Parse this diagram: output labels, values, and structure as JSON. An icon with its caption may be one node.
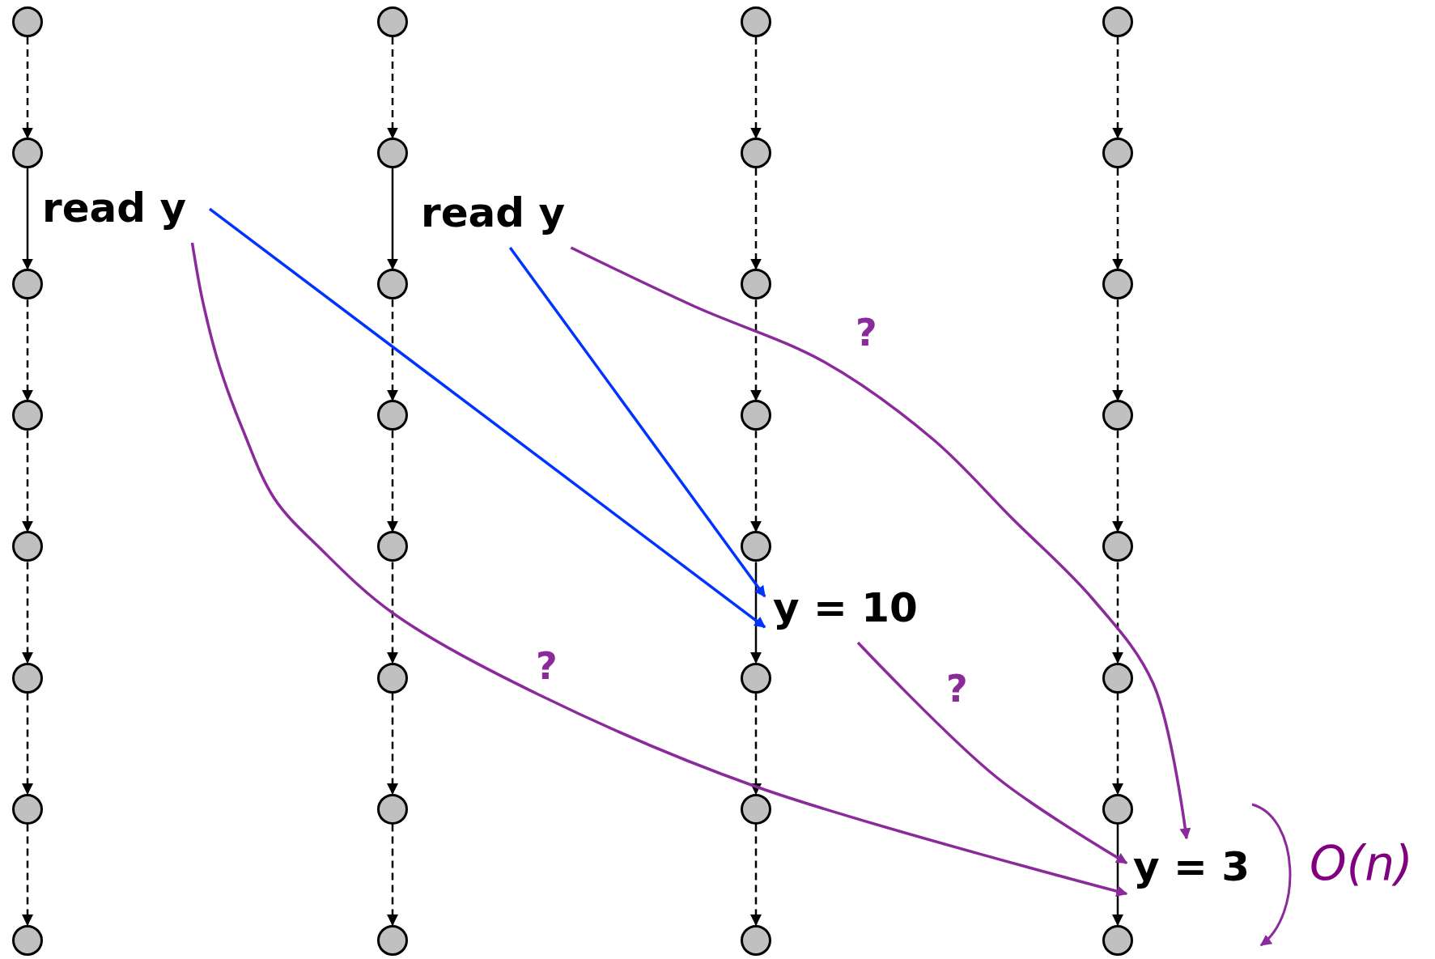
{
  "diagram": {
    "nodes": [
      {
        "text": [],
        "shape": "circle"
      },
      {
        "text": [],
        "shape": "circle"
      },
      {
        "text": [],
        "shape": "circle"
      },
      {
        "text": [],
        "shape": "circle"
      },
      {
        "text": [],
        "shape": "circle"
      },
      {
        "text": [],
        "shape": "circle"
      },
      {
        "text": [],
        "shape": "circle"
      },
      {
        "text": [],
        "shape": "circle"
      },
      {
        "text": [],
        "shape": "circle"
      },
      {
        "text": [],
        "shape": "circle"
      },
      {
        "text": [],
        "shape": "circle"
      },
      {
        "text": [],
        "shape": "circle"
      },
      {
        "text": [],
        "shape": "circle"
      },
      {
        "text": [],
        "shape": "circle"
      },
      {
        "text": [],
        "shape": "circle"
      },
      {
        "text": [],
        "shape": "circle"
      },
      {
        "text": [],
        "shape": "circle"
      },
      {
        "text": [],
        "shape": "circle"
      },
      {
        "text": [],
        "shape": "circle"
      },
      {
        "text": [],
        "shape": "circle"
      },
      {
        "text": [],
        "shape": "circle"
      },
      {
        "text": [],
        "shape": "circle"
      },
      {
        "text": [],
        "shape": "circle"
      },
      {
        "text": [],
        "shape": "circle"
      },
      {
        "text": [],
        "shape": "circle"
      },
      {
        "text": [],
        "shape": "circle"
      },
      {
        "text": [],
        "shape": "circle"
      },
      {
        "text": [],
        "shape": "circle"
      },
      {
        "text": [],
        "shape": "circle"
      },
      {
        "text": [],
        "shape": "circle"
      },
      {
        "text": [],
        "shape": "circle"
      },
      {
        "text": [],
        "shape": "circle"
      },
      {
        "text": [
          "read y"
        ]
      },
      {
        "text": [
          "read y"
        ]
      },
      {
        "text": [
          "y = 10"
        ]
      },
      {
        "text": [
          "y = 3"
        ]
      }
    ],
    "edges": [
      {
        "from": 0,
        "to": 1,
        "arrow": "to",
        "style": "dashed"
      },
      {
        "from": 1,
        "to": 2,
        "arrow": "to"
      },
      {
        "from": 2,
        "to": 3,
        "arrow": "to",
        "style": "dashed"
      },
      {
        "from": 3,
        "to": 4,
        "arrow": "to",
        "style": "dashed"
      },
      {
        "from": 4,
        "to": 5,
        "arrow": "to",
        "style": "dashed"
      },
      {
        "from": 5,
        "to": 6,
        "arrow": "to",
        "style": "dashed"
      },
      {
        "from": 6,
        "to": 7,
        "arrow": "to",
        "style": "dashed"
      },
      {
        "from": 8,
        "to": 9,
        "arrow": "to",
        "style": "dashed"
      },
      {
        "from": 9,
        "to": 10,
        "arrow": "to"
      },
      {
        "from": 10,
        "to": 11,
        "arrow": "to",
        "style": "dashed"
      },
      {
        "from": 11,
        "to": 12,
        "arrow": "to",
        "style": "dashed"
      },
      {
        "from": 12,
        "to": 13,
        "arrow": "to",
        "style": "dashed"
      },
      {
        "from": 13,
        "to": 14,
        "arrow": "to",
        "style": "dashed"
      },
      {
        "from": 14,
        "to": 15,
        "arrow": "to",
        "style": "dashed"
      },
      {
        "from": 16,
        "to": 17,
        "arrow": "to",
        "style": "dashed"
      },
      {
        "from": 17,
        "to": 18,
        "arrow": "to",
        "style": "dashed"
      },
      {
        "from": 18,
        "to": 19,
        "arrow": "to",
        "style": "dashed"
      },
      {
        "from": 19,
        "to": 20,
        "arrow": "to",
        "style": "dashed"
      },
      {
        "from": 20,
        "to": 21,
        "arrow": "to"
      },
      {
        "from": 21,
        "to": 22,
        "arrow": "to",
        "style": "dashed"
      },
      {
        "from": 22,
        "to": 23,
        "arrow": "to",
        "style": "dashed"
      },
      {
        "from": 24,
        "to": 25,
        "arrow": "to",
        "style": "dashed"
      },
      {
        "from": 25,
        "to": 26,
        "arrow": "to",
        "style": "dashed"
      },
      {
        "from": 26,
        "to": 27,
        "arrow": "to",
        "style": "dashed"
      },
      {
        "from": 27,
        "to": 28,
        "arrow": "to",
        "style": "dashed"
      },
      {
        "from": 28,
        "to": 29,
        "arrow": "to",
        "style": "dashed"
      },
      {
        "from": 29,
        "to": 30,
        "arrow": "to",
        "style": "dashed"
      },
      {
        "from": 30,
        "to": 31,
        "arrow": "to"
      },
      {
        "from": 32,
        "to": 34,
        "arrow": "to",
        "color": "#0033ff"
      },
      {
        "from": 33,
        "to": 34,
        "arrow": "to",
        "color": "#0033ff"
      },
      {
        "from": 32,
        "to": 35,
        "arrow": "to",
        "color": "#8b2a9b",
        "label": "?"
      },
      {
        "from": 33,
        "to": 35,
        "arrow": "to",
        "color": "#8b2a9b",
        "label": "?"
      },
      {
        "from": 34,
        "to": 35,
        "arrow": "to",
        "color": "#8b2a9b",
        "label": "?"
      }
    ],
    "labels": [
      "O(n)"
    ]
  }
}
